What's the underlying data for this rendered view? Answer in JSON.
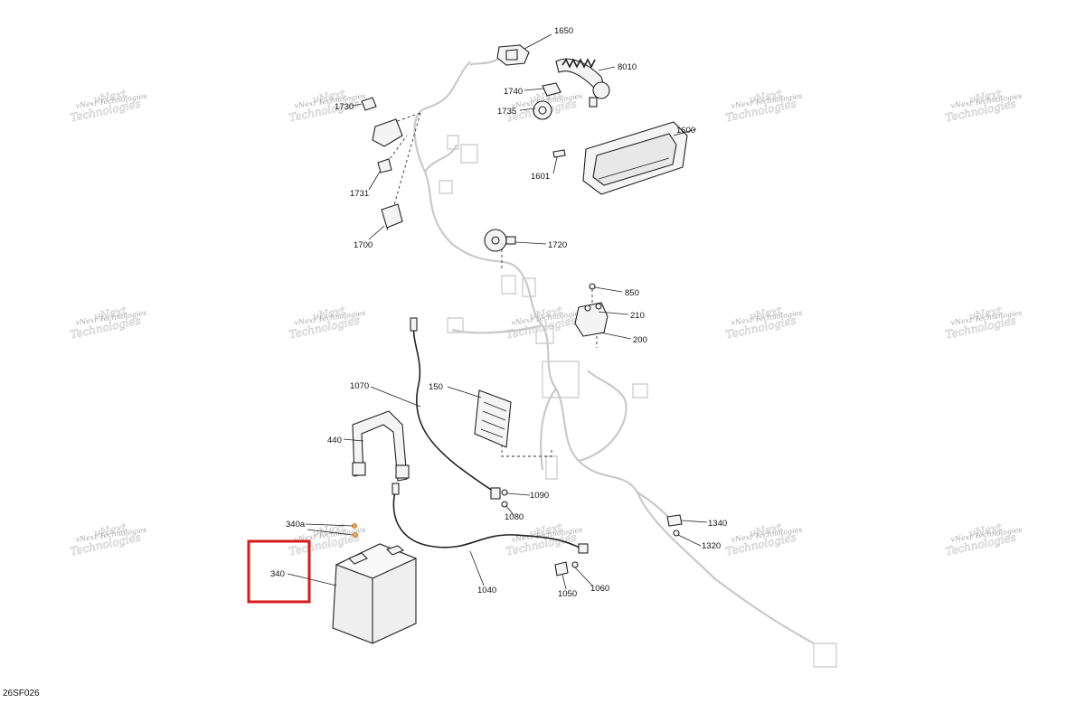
{
  "diagram_code": "26SF026",
  "callouts": {
    "c1650": "1650",
    "c8010": "8010",
    "c1740": "1740",
    "c1735": "1735",
    "c1600": "1600",
    "c1601": "1601",
    "c1730": "1730",
    "c1731": "1731",
    "c1700": "1700",
    "c1720": "1720",
    "c850": "850",
    "c210": "210",
    "c200": "200",
    "c1070": "1070",
    "c150": "150",
    "c440": "440",
    "c1090": "1090",
    "c1080": "1080",
    "c340a": "340a",
    "c340": "340",
    "c1040": "1040",
    "c1050": "1050",
    "c1060": "1060",
    "c1340": "1340",
    "c1320": "1320"
  },
  "watermark": {
    "line1": "vNext",
    "line2": "Technologies",
    "small": "vNext Technologies"
  },
  "highlight": {
    "target": "340",
    "color": "#d7191c"
  }
}
